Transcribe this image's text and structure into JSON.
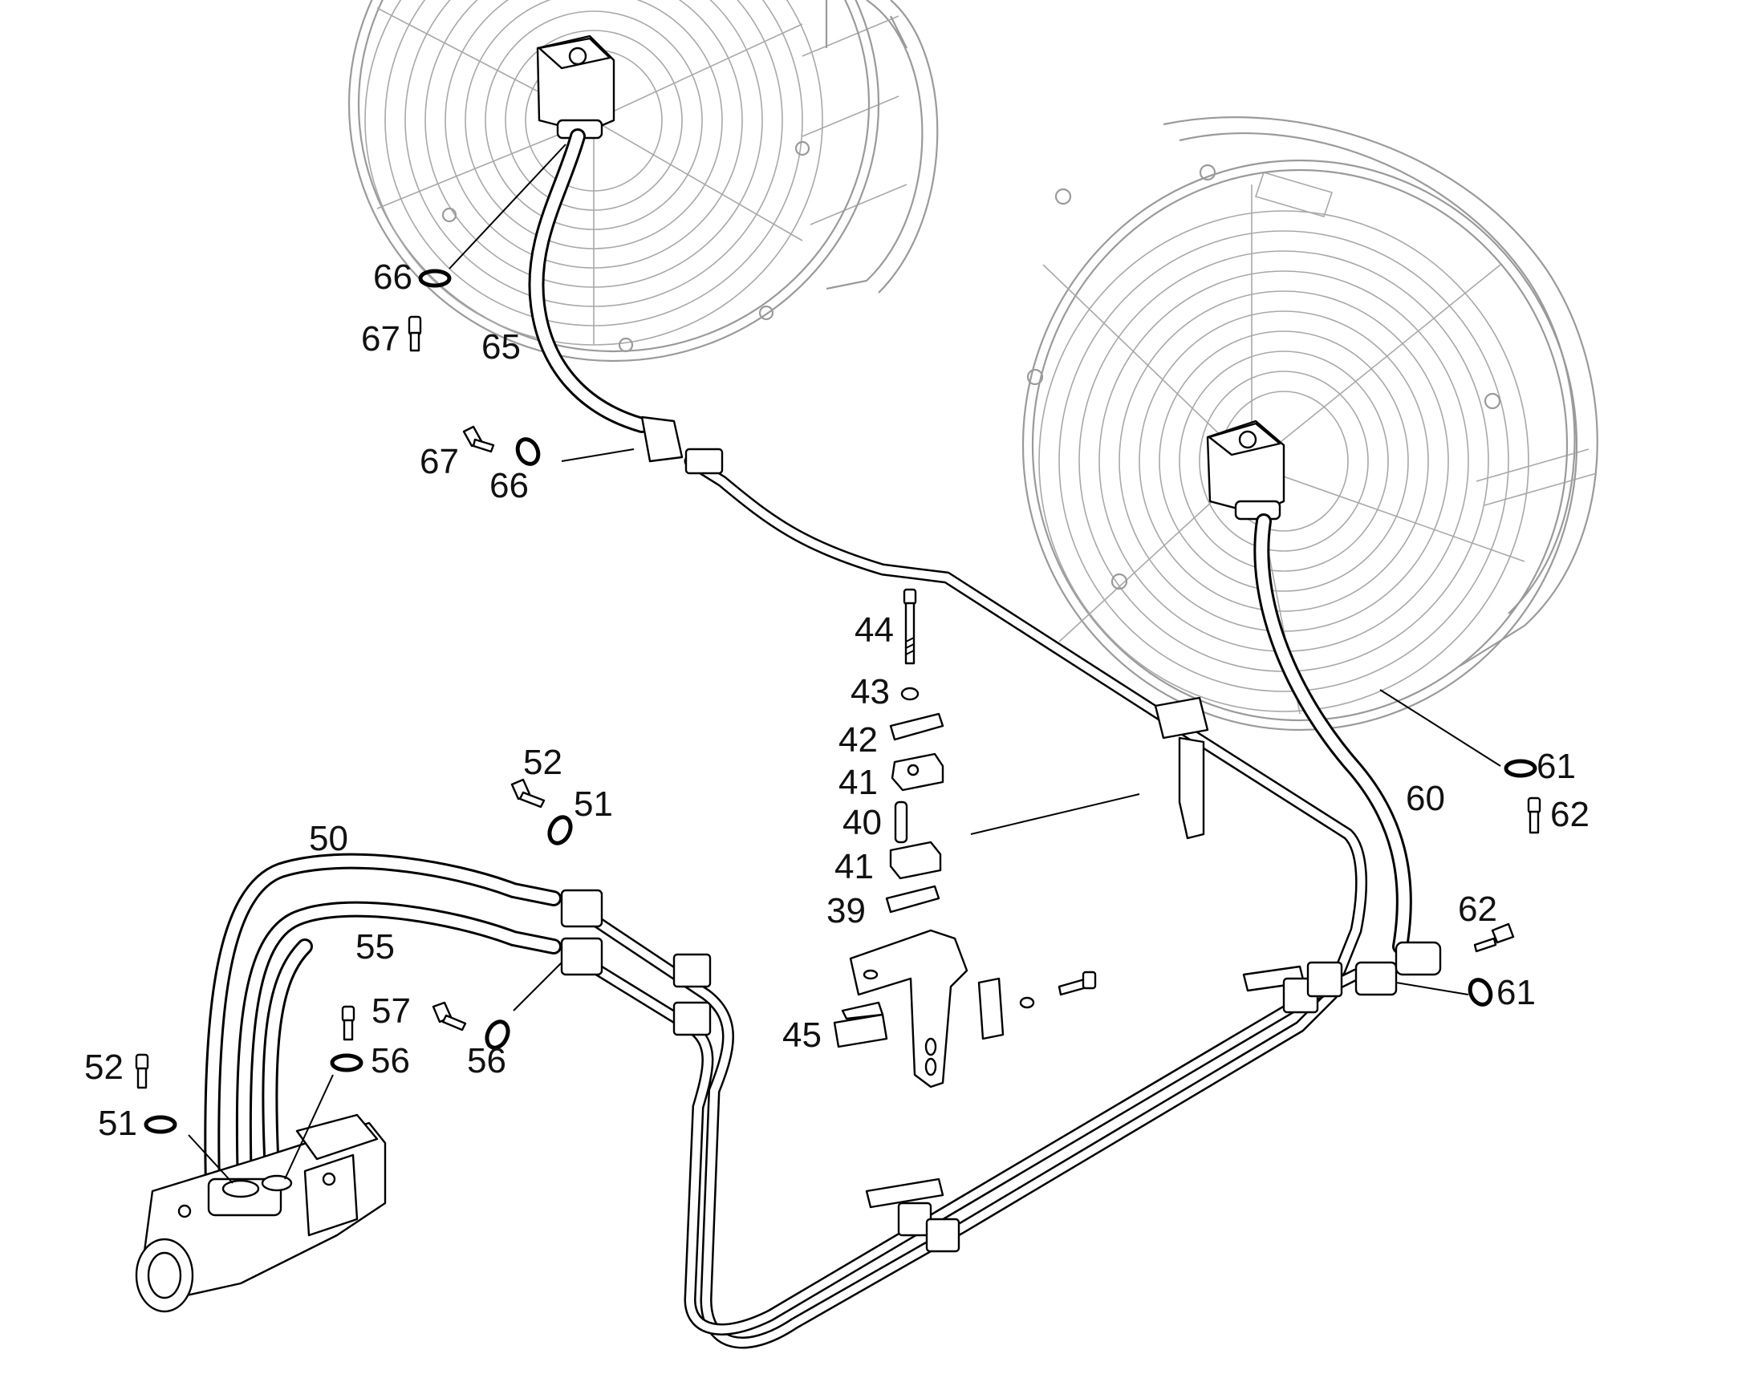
{
  "diagram": {
    "callouts": {
      "c66_upper": "66",
      "c67_upper": "67",
      "c65": "65",
      "c67_mid": "67",
      "c66_mid": "66",
      "c44": "44",
      "c43": "43",
      "c42": "42",
      "c41_upper": "41",
      "c40": "40",
      "c41_lower": "41",
      "c39": "39",
      "c45": "45",
      "c52_upper": "52",
      "c51_upper": "51",
      "c50": "50",
      "c55": "55",
      "c57": "57",
      "c56_left": "56",
      "c56_right": "56",
      "c52_lower": "52",
      "c51_lower": "51",
      "c61_upper": "61",
      "c60": "60",
      "c62_upper": "62",
      "c62_lower": "62",
      "c61_lower": "61"
    }
  }
}
